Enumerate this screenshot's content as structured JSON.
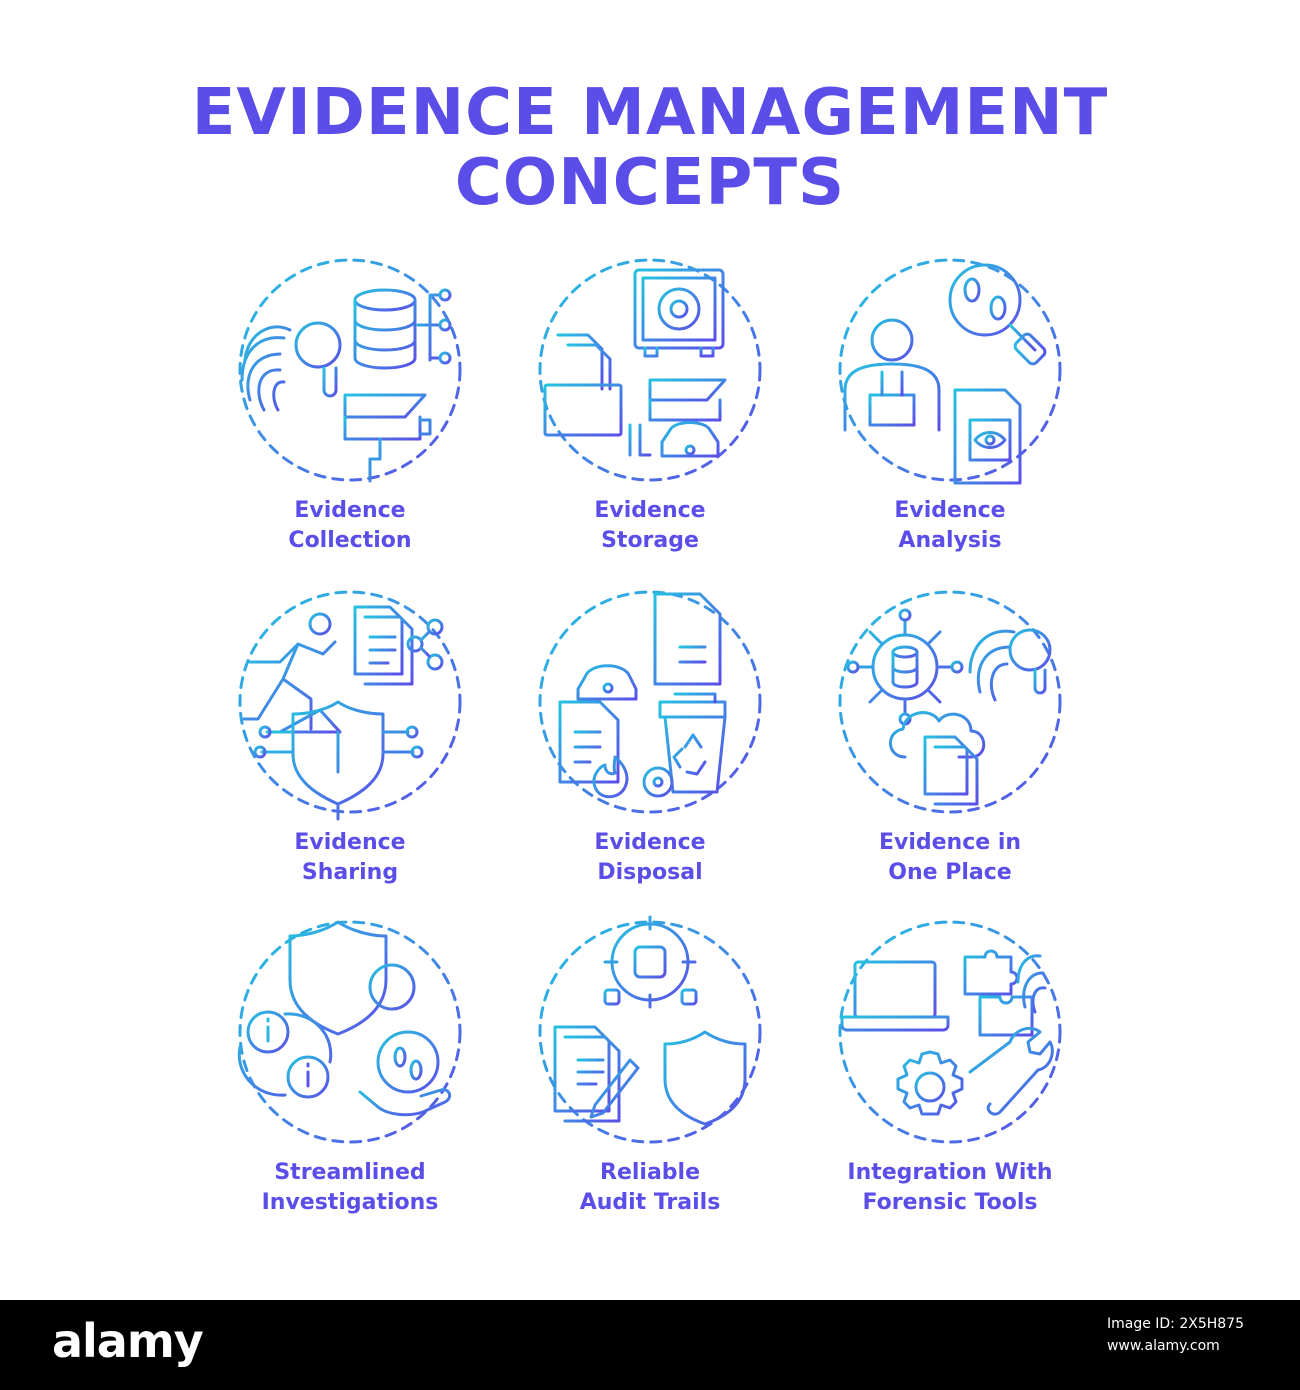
{
  "title": {
    "line1": "EVIDENCE MANAGEMENT",
    "line2": "CONCEPTS"
  },
  "colors": {
    "accent": "#5b4ee8",
    "gradient_start": "#25c2e0",
    "gradient_end": "#5b4ee8"
  },
  "concepts": [
    {
      "line1": "Evidence",
      "line2": "Collection",
      "icons": [
        "fingerprint-magnifier-icon",
        "database-network-icon",
        "security-camera-icon"
      ]
    },
    {
      "line1": "Evidence",
      "line2": "Storage",
      "icons": [
        "safe-icon",
        "file-drawer-icon",
        "camera-suspect-icon"
      ]
    },
    {
      "line1": "Evidence",
      "line2": "Analysis",
      "icons": [
        "footprints-magnifier-icon",
        "investigator-icon",
        "eye-document-icon"
      ]
    },
    {
      "line1": "Evidence",
      "line2": "Sharing",
      "icons": [
        "runner-icon",
        "document-share-icon",
        "circuit-shield-icon"
      ]
    },
    {
      "line1": "Evidence",
      "line2": "Disposal",
      "icons": [
        "suspect-document-icon",
        "burning-document-icon",
        "recycle-bin-icon"
      ]
    },
    {
      "line1": "Evidence in",
      "line2": "One Place",
      "icons": [
        "database-hub-icon",
        "fingerprint-magnifier-icon",
        "cloud-files-icon"
      ]
    },
    {
      "line1": "Streamlined",
      "line2": "Investigations",
      "icons": [
        "info-shield-icon",
        "info-cycle-icon",
        "hand-footprints-icon"
      ]
    },
    {
      "line1": "Reliable",
      "line2": "Audit Trails",
      "icons": [
        "target-chip-icon",
        "signed-documents-icon",
        "shield-icon"
      ]
    },
    {
      "line1": "Integration With",
      "line2": "Forensic Tools",
      "icons": [
        "laptop-icon",
        "puzzle-fingerprint-icon",
        "gear-wrench-icon"
      ]
    }
  ],
  "footer": {
    "brand": "alamy",
    "image_id": "Image ID: 2X5H875",
    "site": "www.alamy.com"
  }
}
